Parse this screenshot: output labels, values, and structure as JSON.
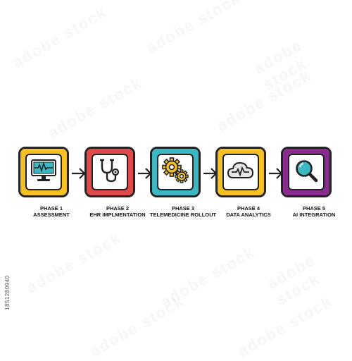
{
  "phases": [
    {
      "title": "PHASE 1",
      "subtitle": "ASSESSMENT",
      "color": "#f5c024",
      "icon": "monitor-heartbeat-icon"
    },
    {
      "title": "PHASE 2",
      "subtitle": "EHR IMPLMENTATION",
      "color": "#e04a4a",
      "icon": "stethoscope-icon"
    },
    {
      "title": "PHASE 3",
      "subtitle": "TELEMEDICINE ROLLOUT",
      "color": "#3cb8c4",
      "icon": "gears-icon"
    },
    {
      "title": "PHASE 4",
      "subtitle": "DATA ANALYTICS",
      "color": "#f5c024",
      "icon": "cloud-pulse-icon"
    },
    {
      "title": "PHASE 5",
      "subtitle": "AI INTEGRATION",
      "color": "#8a2c8f",
      "icon": "magnifier-icon"
    }
  ],
  "stock_id": "1851280940",
  "watermark": "adobe stock"
}
